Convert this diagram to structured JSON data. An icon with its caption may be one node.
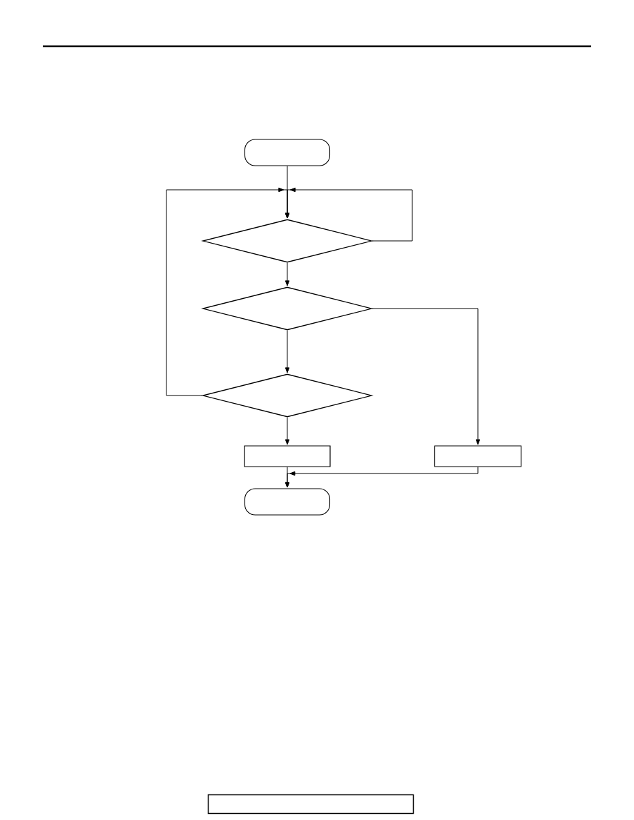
{
  "diagram": {
    "nodes": [
      {
        "text": [],
        "shape": "oval"
      },
      {
        "text": [],
        "shape": "diamond"
      },
      {
        "text": [],
        "shape": "diamond"
      },
      {
        "text": [],
        "shape": "diamond"
      },
      {
        "text": [],
        "shape": "box"
      },
      {
        "text": [],
        "shape": "box"
      },
      {
        "text": [],
        "shape": "oval"
      },
      {
        "text": [],
        "shape": "box"
      }
    ],
    "edges": [
      {
        "from": 0,
        "to": 1,
        "arrow": "to"
      },
      {
        "from": 1,
        "to": 1,
        "arrow": "to"
      },
      {
        "from": 3,
        "to": 1,
        "arrow": "to"
      },
      {
        "from": 1,
        "to": 2,
        "arrow": "to"
      },
      {
        "from": 2,
        "to": 3,
        "arrow": "to"
      },
      {
        "from": 2,
        "to": 5,
        "arrow": "to"
      },
      {
        "from": 3,
        "to": 4,
        "arrow": "to"
      },
      {
        "from": 4,
        "to": 6,
        "arrow": "to"
      },
      {
        "from": 5,
        "to": 6,
        "arrow": "to"
      }
    ]
  }
}
